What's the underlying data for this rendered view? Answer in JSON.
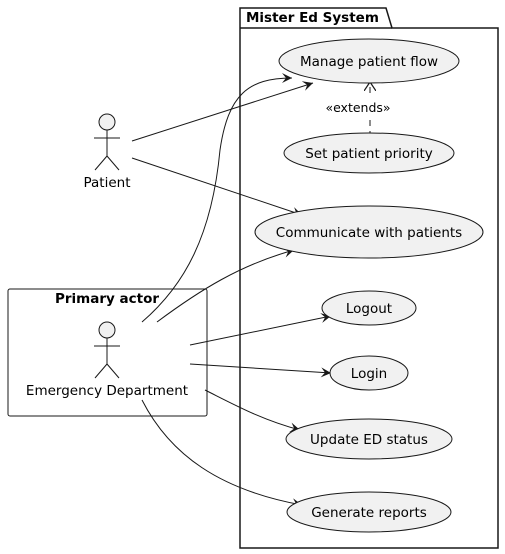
{
  "system_boundary": {
    "title": "Mister Ed System"
  },
  "actor_group": {
    "title": "Primary actor"
  },
  "actors": {
    "patient": {
      "label": "Patient"
    },
    "emergency_department": {
      "label": "Emergency Department"
    }
  },
  "use_cases": {
    "manage_patient_flow": "Manage patient flow",
    "set_patient_priority": "Set patient priority",
    "communicate_with_patients": "Communicate with patients",
    "logout": "Logout",
    "login": "Login",
    "update_ed_status": "Update ED status",
    "generate_reports": "Generate reports"
  },
  "relationships": {
    "extends_label": "«extends»"
  },
  "colors": {
    "use_case_fill": "#f1f1f1",
    "stroke": "#181818",
    "background": "#ffffff"
  }
}
